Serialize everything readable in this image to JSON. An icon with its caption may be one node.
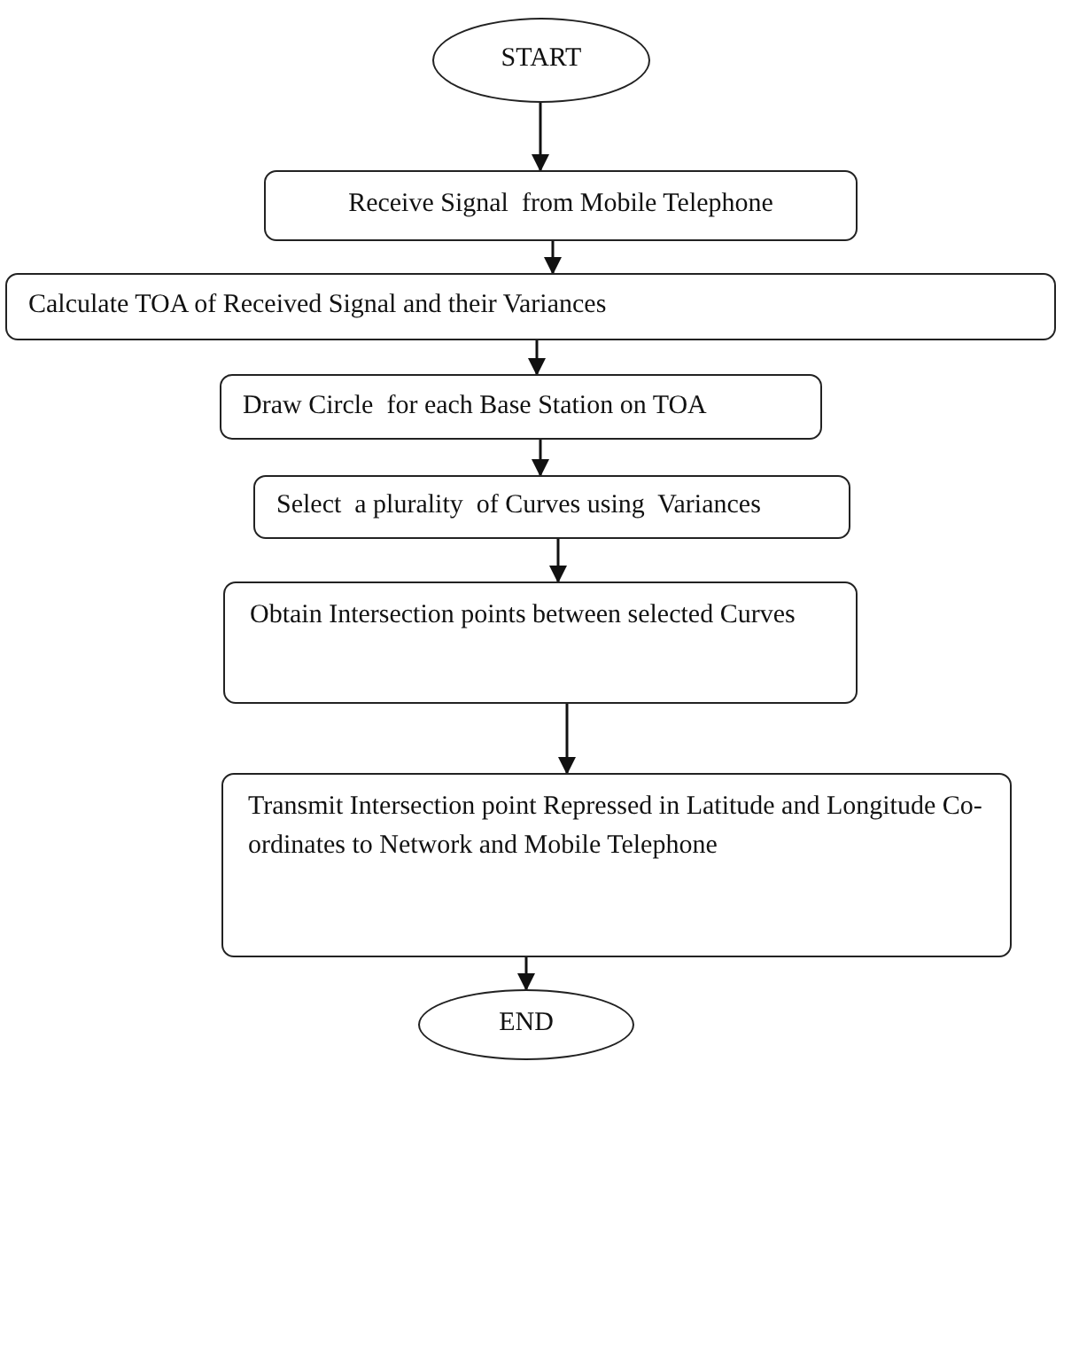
{
  "diagram": {
    "nodes": [
      {
        "text": [
          "START"
        ]
      },
      {
        "text": [
          "Receive Signal  from Mobile Telephone"
        ]
      },
      {
        "text": [
          "Calculate TOA of Received Signal and their Variances"
        ]
      },
      {
        "text": [
          "Draw Circle  for each Base Station on TOA"
        ]
      },
      {
        "text": [
          "Select  a plurality  of Curves using  Variances"
        ]
      },
      {
        "text": [
          "Obtain Intersection points between selected Curves"
        ]
      },
      {
        "text": [
          "Transmit Intersection point Repressed in Latitude and Longitude Co-ordinates to Network and Mobile Telephone"
        ]
      },
      {
        "text": [
          "END"
        ]
      }
    ],
    "edges": [
      {
        "from": 0,
        "to": 1,
        "arrow": "to"
      },
      {
        "from": 1,
        "to": 2,
        "arrow": "to"
      },
      {
        "from": 2,
        "to": 3,
        "arrow": "to"
      },
      {
        "from": 3,
        "to": 4,
        "arrow": "to"
      },
      {
        "from": 4,
        "to": 5,
        "arrow": "to"
      },
      {
        "from": 5,
        "to": 6,
        "arrow": "to"
      },
      {
        "from": 6,
        "to": 7,
        "arrow": "to"
      }
    ]
  }
}
